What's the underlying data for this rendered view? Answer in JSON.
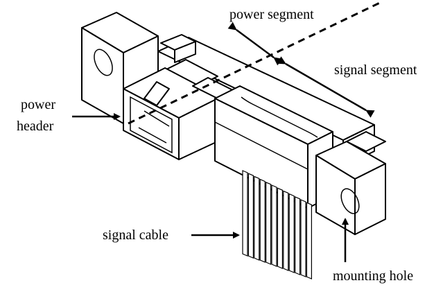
{
  "labels": {
    "power_segment": "power segment",
    "signal_segment": "signal segment",
    "power_header_line1": "power",
    "power_header_line2": "header",
    "signal_cable": "signal cable",
    "mounting_hole": "mounting hole"
  },
  "colors": {
    "line": "#000000",
    "background": "#ffffff"
  }
}
